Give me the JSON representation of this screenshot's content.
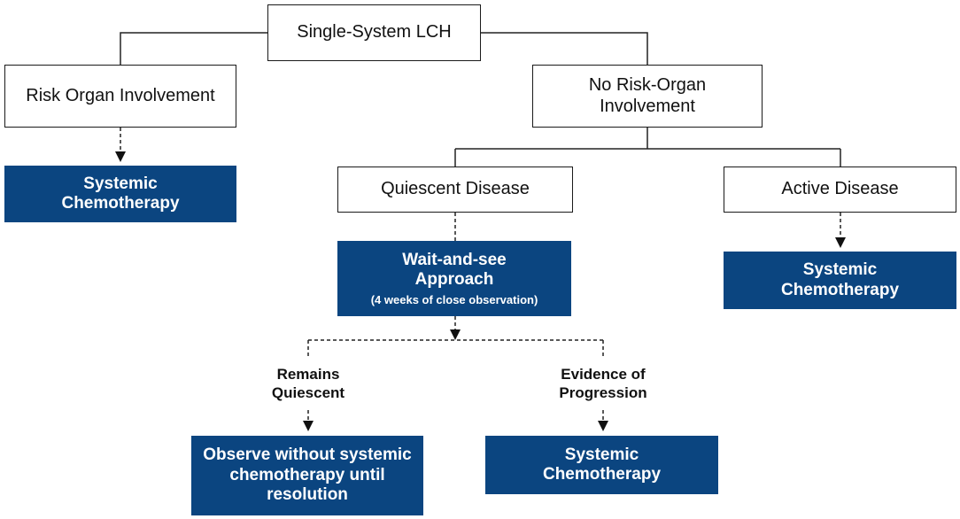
{
  "nodes": {
    "root": "Single-System LCH",
    "risk": "Risk Organ Involvement",
    "no_risk": "No Risk-Organ Involvement",
    "quiescent": "Quiescent Disease",
    "active": "Active Disease",
    "chemo_risk": "Systemic Chemotherapy",
    "chemo_active": "Systemic Chemotherapy",
    "wait_title": "Wait-and-see Approach",
    "wait_sub": "(4 weeks of close observation)",
    "observe": "Observe without systemic chemotherapy until resolution",
    "chemo_progress": "Systemic Chemotherapy"
  },
  "branch_labels": {
    "remains": "Remains Quiescent",
    "progression": "Evidence of Progression"
  },
  "colors": {
    "accent_box": "#0b4580",
    "box_text": "#ffffff",
    "line": "#222222"
  }
}
